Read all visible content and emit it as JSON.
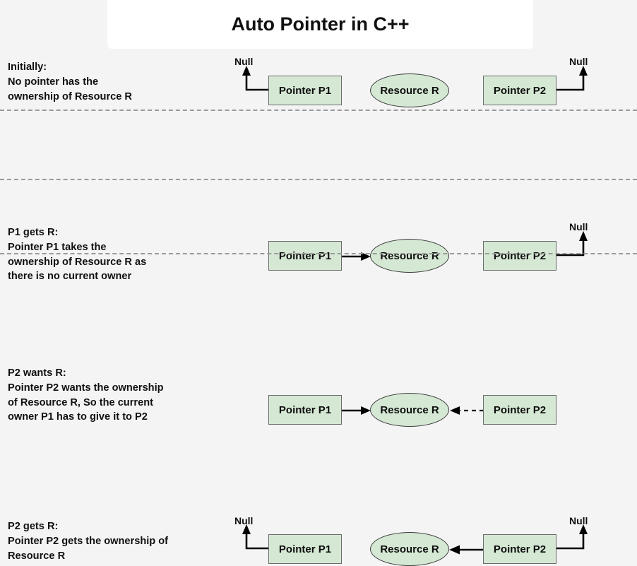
{
  "header": {
    "title": "Auto Pointer in C++"
  },
  "labels": {
    "pointer_p1": "Pointer P1",
    "pointer_p2": "Pointer P2",
    "resource_r": "Resource R",
    "null": "Null"
  },
  "colors": {
    "page_background": "#f4f4f4",
    "title_background": "#ffffff",
    "node_fill": "#d5e8d4",
    "node_stroke": "#6b6b6b",
    "ellipse_stroke": "#3c3c3c",
    "text": "#101010",
    "divider": "#9a9a9a",
    "arrow": "#000000"
  },
  "rows": [
    {
      "id": "initially",
      "heading": "Initially:",
      "body": "No pointer has the\nownership of Resource R",
      "p1_label": "Pointer P1",
      "p2_label": "Pointer P2",
      "resource_label": "Resource R",
      "p1_null_label": "Null",
      "p2_null_label": "Null",
      "p1_target": "null",
      "p2_target": "null",
      "p1_arrow_style": "solid",
      "p2_arrow_style": "solid"
    },
    {
      "id": "p1-gets-r",
      "heading": "P1 gets R:",
      "body": "Pointer P1 takes the\nownership of Resource R as\nthere is no current owner",
      "p1_label": "Pointer P1",
      "p2_label": "Pointer P2",
      "resource_label": "Resource R",
      "p1_null_label": "",
      "p2_null_label": "Null",
      "p1_target": "resource",
      "p2_target": "null",
      "p1_arrow_style": "solid",
      "p2_arrow_style": "solid"
    },
    {
      "id": "p2-wants-r",
      "heading": "P2 wants R:",
      "body": "Pointer P2 wants the ownership\nof Resource R, So the current\nowner P1 has to give it to P2",
      "p1_label": "Pointer P1",
      "p2_label": "Pointer P2",
      "resource_label": "Resource R",
      "p1_null_label": "",
      "p2_null_label": "",
      "p1_target": "resource",
      "p2_target": "resource",
      "p1_arrow_style": "solid",
      "p2_arrow_style": "dashed"
    },
    {
      "id": "p2-gets-r",
      "heading": "P2 gets R:",
      "body": "Pointer P2 gets the ownership of\nResource R",
      "p1_label": "Pointer P1",
      "p2_label": "Pointer P2",
      "resource_label": "Resource R",
      "p1_null_label": "Null",
      "p2_null_label": "Null",
      "p1_target": "null",
      "p2_target": "resource",
      "p1_arrow_style": "solid",
      "p2_arrow_style": "solid"
    }
  ]
}
